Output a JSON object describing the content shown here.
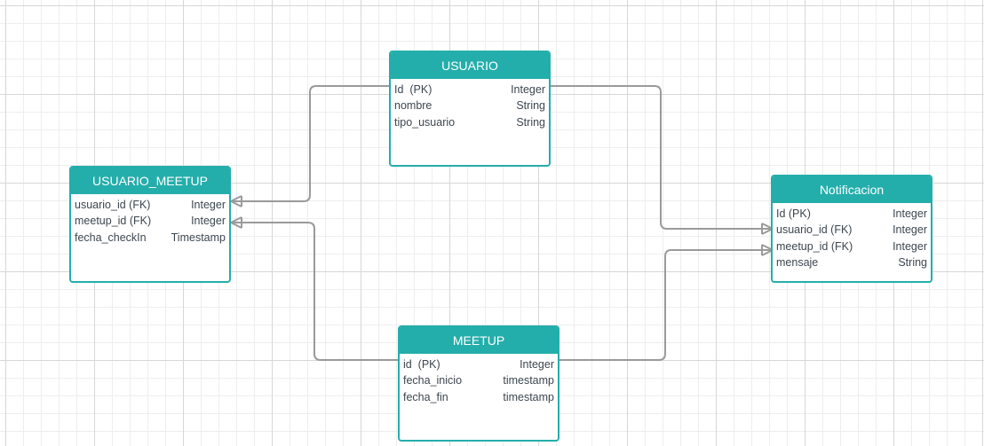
{
  "diagram": {
    "entities": {
      "usuario": {
        "title": "USUARIO",
        "attributes": [
          {
            "name": "Id  (PK)",
            "type": "Integer"
          },
          {
            "name": "nombre",
            "type": "String"
          },
          {
            "name": "tipo_usuario",
            "type": "String"
          }
        ]
      },
      "usuario_meetup": {
        "title": "USUARIO_MEETUP",
        "attributes": [
          {
            "name": "usuario_id (FK)",
            "type": "Integer"
          },
          {
            "name": "meetup_id (FK)",
            "type": "Integer"
          },
          {
            "name": "fecha_checkIn",
            "type": "Timestamp"
          }
        ]
      },
      "notificacion": {
        "title": "Notificacion",
        "attributes": [
          {
            "name": "Id (PK)",
            "type": "Integer"
          },
          {
            "name": "usuario_id (FK)",
            "type": "Integer"
          },
          {
            "name": "meetup_id (FK)",
            "type": "Integer"
          },
          {
            "name": "mensaje",
            "type": "String"
          }
        ]
      },
      "meetup": {
        "title": "MEETUP",
        "attributes": [
          {
            "name": "id  (PK)",
            "type": "Integer"
          },
          {
            "name": "fecha_inicio",
            "type": "timestamp"
          },
          {
            "name": "fecha_fin",
            "type": "timestamp"
          }
        ]
      }
    },
    "relationships": [
      {
        "from": "usuario.Id (PK)",
        "to": "usuario_meetup.usuario_id (FK)",
        "cardinality": "one-to-many"
      },
      {
        "from": "meetup.id (PK)",
        "to": "usuario_meetup.meetup_id (FK)",
        "cardinality": "one-to-many"
      },
      {
        "from": "usuario.Id (PK)",
        "to": "notificacion.usuario_id (FK)",
        "cardinality": "one-to-many"
      },
      {
        "from": "meetup.id (PK)",
        "to": "notificacion.meetup_id (FK)",
        "cardinality": "one-to-many"
      }
    ],
    "colors": {
      "entity_header": "#24aeab",
      "entity_border": "#24aeab",
      "connector": "#9a9a9a",
      "text": "#3c4650"
    }
  }
}
